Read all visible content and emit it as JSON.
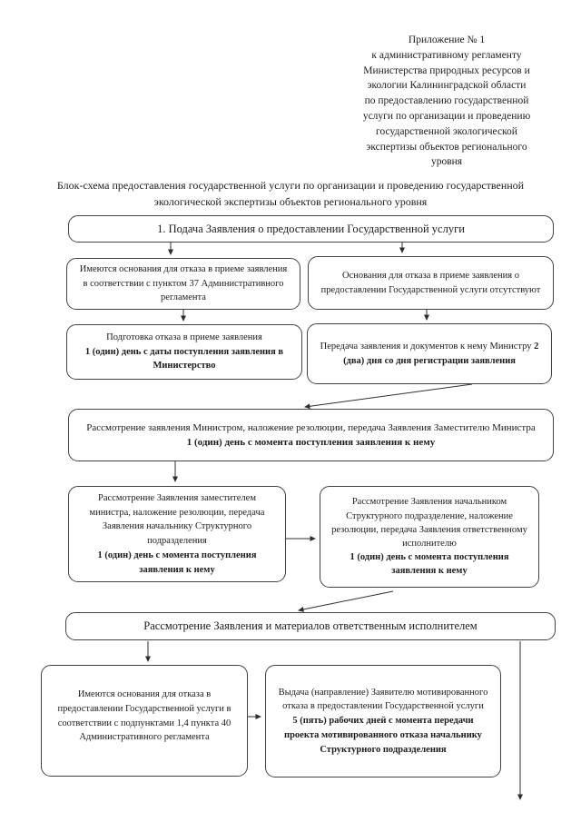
{
  "appendix": {
    "lines": [
      "Приложение № 1",
      "к административному регламенту",
      "Министерства природных ресурсов и",
      "экологии Калининградской области",
      "по предоставлению государственной",
      "услуги по организации и проведению",
      "государственной экологической",
      "экспертизы объектов регионального",
      "уровня"
    ]
  },
  "title": "Блок-схема предоставления государственной услуги по организации и проведению государственной экологической экспертизы объектов регионального уровня",
  "flow": {
    "step1": {
      "text": "1. Подача Заявления о предоставлении Государственной услуги"
    },
    "refusal_grounds_exist": {
      "text": "Имеются основания для отказа в приеме заявления в соответствии с пунктом 37 Административного регламента"
    },
    "no_refusal_grounds": {
      "text": "Основания для отказа в приеме заявления о предоставлении Государственной услуги отсутствуют"
    },
    "prepare_refusal": {
      "text": "Подготовка отказа в приеме заявления",
      "bold": "1 (один) день с даты поступления заявления в Министерство"
    },
    "transfer_to_minister": {
      "text": "Передача заявления и документов к нему Министру",
      "bold": "2 (два) дня со дня регистрации заявления"
    },
    "minister_review": {
      "text": "Рассмотрение заявления Министром, наложение резолюции, передача Заявления Заместителю Министра",
      "bold": "1 (один) день с момента поступления заявления к нему"
    },
    "deputy_review": {
      "text": "Рассмотрение Заявления заместителем министра, наложение резолюции, передача Заявления начальнику Структурного подразделения",
      "bold": "1 (один) день с момента поступления заявления к нему"
    },
    "head_review": {
      "text": "Рассмотрение Заявления начальником Структурного подразделение, наложение резолюции, передача Заявления ответственному исполнителю",
      "bold": "1 (один) день с момента поступления заявления к нему"
    },
    "executor_review": {
      "text": "Рассмотрение Заявления и материалов ответственным исполнителем"
    },
    "service_refusal_grounds": {
      "text": "Имеются основания для отказа в предоставлении Государственной услуги в соответствии с подпунктами 1,4 пункта 40 Административного регламента"
    },
    "motivated_refusal": {
      "text": "Выдача (направление) Заявителю мотивированного отказа в предоставлении Государственной услуги",
      "bold": "5 (пять) рабочих дней с момента передачи проекта мотивированного отказа начальнику Структурного подразделения"
    }
  },
  "colors": {
    "border": "#424242",
    "line": "#2e2e2e",
    "text": "#1c1c1c"
  }
}
